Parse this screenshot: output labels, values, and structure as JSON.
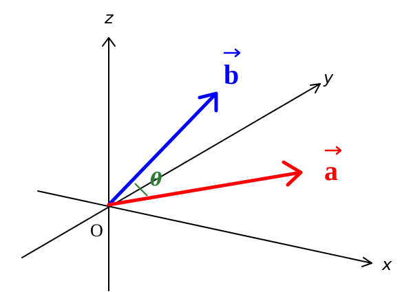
{
  "axes": {
    "x_label": "x",
    "y_label": "y",
    "z_label": "z",
    "origin_label": "O"
  },
  "vectors": {
    "a": {
      "label": "a",
      "color": "#ff0000"
    },
    "b": {
      "label": "b",
      "color": "#0000ff"
    }
  },
  "angle": {
    "label": "θ",
    "color": "#2e7d32"
  }
}
